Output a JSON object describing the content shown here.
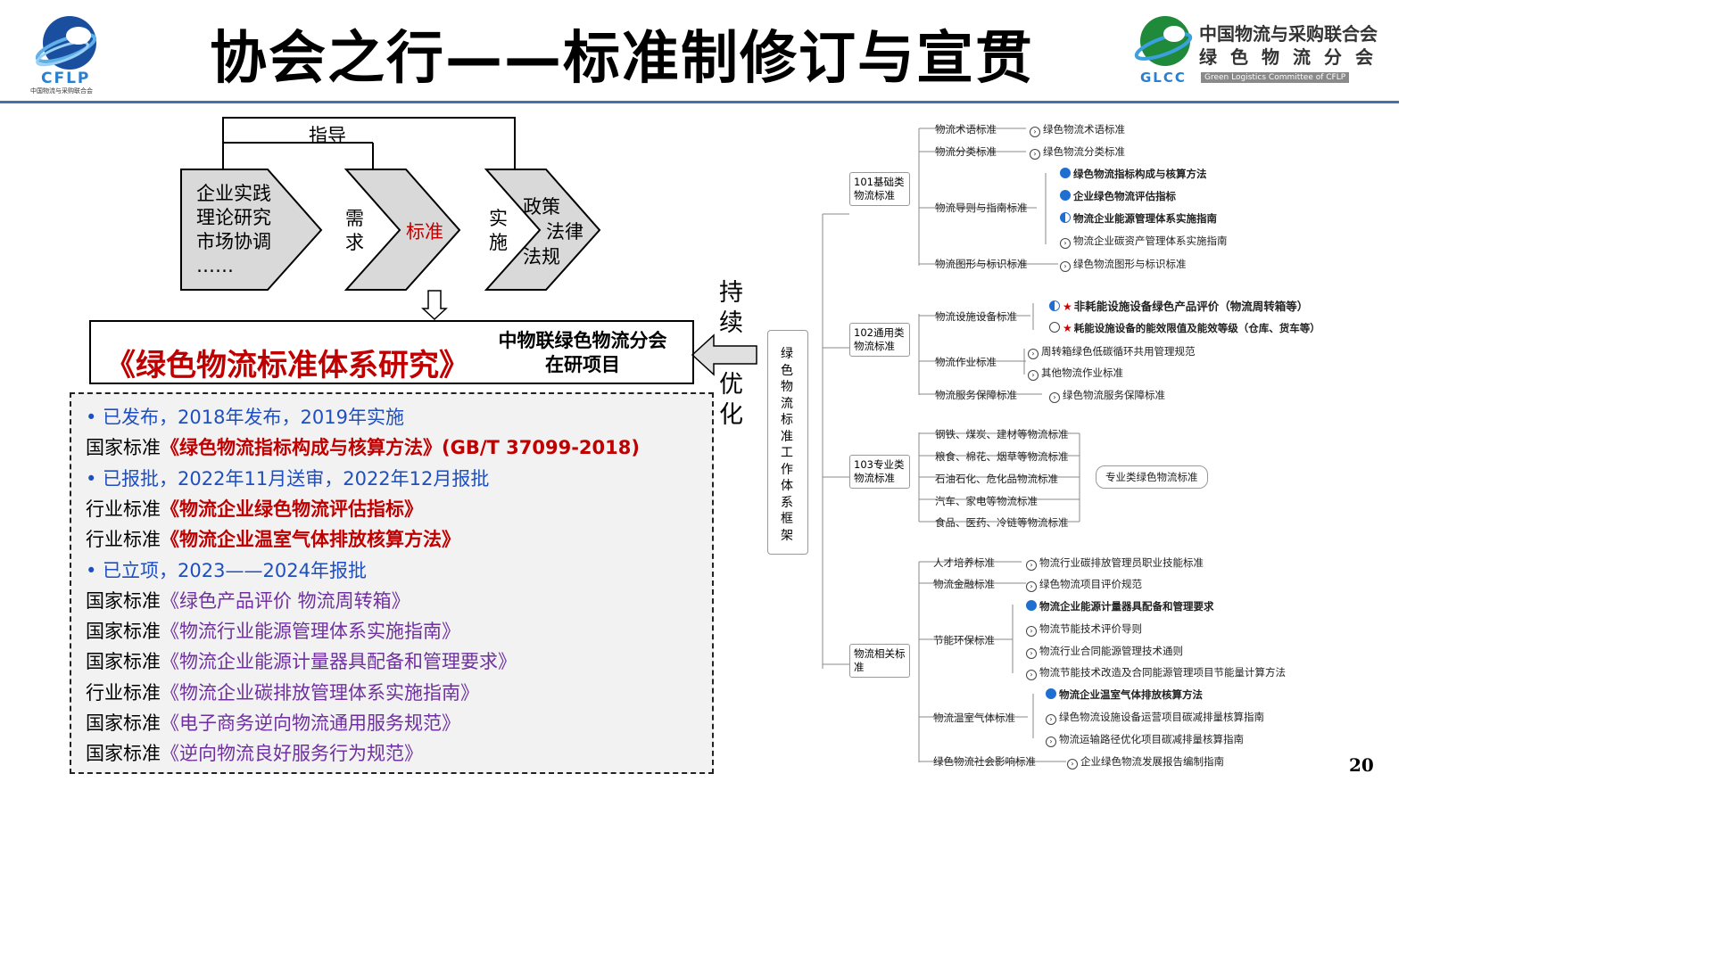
{
  "header": {
    "title": "协会之行——标准制修订与宣贯",
    "left_logo_text": "CFLP",
    "left_logo_sub": "中国物流与采购联合会",
    "right_logo_text": "GLCC",
    "org_name": "中国物流与采购联合会",
    "branch_name": "绿色物流分会",
    "org_en": "Green Logistics Committee of CFLP"
  },
  "flow": {
    "guide": "指导",
    "business": [
      "企业实践",
      "理论研究",
      "市场协调",
      "……"
    ],
    "need": [
      "需",
      "求"
    ],
    "standard": "标准",
    "implement": [
      "实",
      "施"
    ],
    "policy": [
      "政策",
      "法律",
      "法规"
    ]
  },
  "project": {
    "title": "《绿色物流标准体系研究》",
    "org_lines": [
      "中物联绿色物流分会",
      "在研项目"
    ]
  },
  "side_labels": [
    "持",
    "续",
    "优",
    "化"
  ],
  "list": [
    {
      "parts": [
        {
          "text": "• 已发布，2018年发布，2019年实施",
          "style": "bullet"
        }
      ]
    },
    {
      "parts": [
        {
          "text": "国家标准",
          "style": ""
        },
        {
          "text": "《绿色物流指标构成与核算方法》(GB/T 37099-2018)",
          "style": "red-b"
        }
      ]
    },
    {
      "parts": [
        {
          "text": "• 已报批，2022年11月送审，2022年12月报批",
          "style": "bullet"
        }
      ]
    },
    {
      "parts": [
        {
          "text": "行业标准",
          "style": ""
        },
        {
          "text": "《物流企业绿色物流评估指标》",
          "style": "red-b"
        }
      ]
    },
    {
      "parts": [
        {
          "text": "行业标准",
          "style": ""
        },
        {
          "text": "《物流企业温室气体排放核算方法》",
          "style": "red-b"
        }
      ]
    },
    {
      "parts": [
        {
          "text": "• 已立项，2023——2024年报批",
          "style": "bullet"
        }
      ]
    },
    {
      "parts": [
        {
          "text": "国家标准",
          "style": ""
        },
        {
          "text": "《绿色产品评价  物流周转箱》",
          "style": "purple"
        }
      ]
    },
    {
      "parts": [
        {
          "text": "国家标准",
          "style": ""
        },
        {
          "text": "《物流行业能源管理体系实施指南》",
          "style": "purple"
        }
      ]
    },
    {
      "parts": [
        {
          "text": "国家标准",
          "style": ""
        },
        {
          "text": "《物流企业能源计量器具配备和管理要求》",
          "style": "purple"
        }
      ]
    },
    {
      "parts": [
        {
          "text": "行业标准",
          "style": ""
        },
        {
          "text": "《物流企业碳排放管理体系实施指南》",
          "style": "purple"
        }
      ]
    },
    {
      "parts": [
        {
          "text": "国家标准",
          "style": ""
        },
        {
          "text": "《电子商务逆向物流通用服务规范》",
          "style": "purple"
        }
      ]
    },
    {
      "parts": [
        {
          "text": "国家标准",
          "style": ""
        },
        {
          "text": "《逆向物流良好服务行为规范》",
          "style": "purple"
        }
      ]
    }
  ],
  "tree": {
    "root": "绿色物流标准工作体系框架",
    "categories": [
      "101基础类物流标准",
      "102通用类物流标准",
      "103专业类物流标准",
      "物流相关标准"
    ],
    "nodes": [
      "物流术语标准",
      "绿色物流术语标准",
      "物流分类标准",
      "绿色物流分类标准",
      "物流导则与指南标准",
      "绿色物流指标构成与核算方法",
      "企业绿色物流评估指标",
      "物流企业能源管理体系实施指南",
      "物流企业碳资产管理体系实施指南",
      "物流图形与标识标准",
      "绿色物流图形与标识标准",
      "物流设施设备标准",
      "非耗能设施设备绿色产品评价（物流周转箱等）",
      "耗能设施设备的能效限值及能效等级（仓库、货车等）",
      "物流作业标准",
      "周转箱绿色低碳循环共用管理规范",
      "其他物流作业标准",
      "物流服务保障标准",
      "绿色物流服务保障标准",
      "钢铁、煤炭、建材等物流标准",
      "粮食、棉花、烟草等物流标准",
      "石油石化、危化品物流标准",
      "汽车、家电等物流标准",
      "食品、医药、冷链等物流标准",
      "专业类绿色物流标准",
      "人才培养标准",
      "物流行业碳排放管理员职业技能标准",
      "物流金融标准",
      "绿色物流项目评价规范",
      "节能环保标准",
      "物流企业能源计量器具配备和管理要求",
      "物流节能技术评价导则",
      "物流行业合同能源管理技术通则",
      "物流节能技术改造及合同能源管理项目节能量计算方法",
      "物流温室气体标准",
      "物流企业温室气体排放核算方法",
      "绿色物流设施设备运营项目碳减排量核算指南",
      "物流运输路径优化项目碳减排量核算指南",
      "绿色物流社会影响标准",
      "企业绿色物流发展报告编制指南"
    ]
  },
  "page_number": "20"
}
